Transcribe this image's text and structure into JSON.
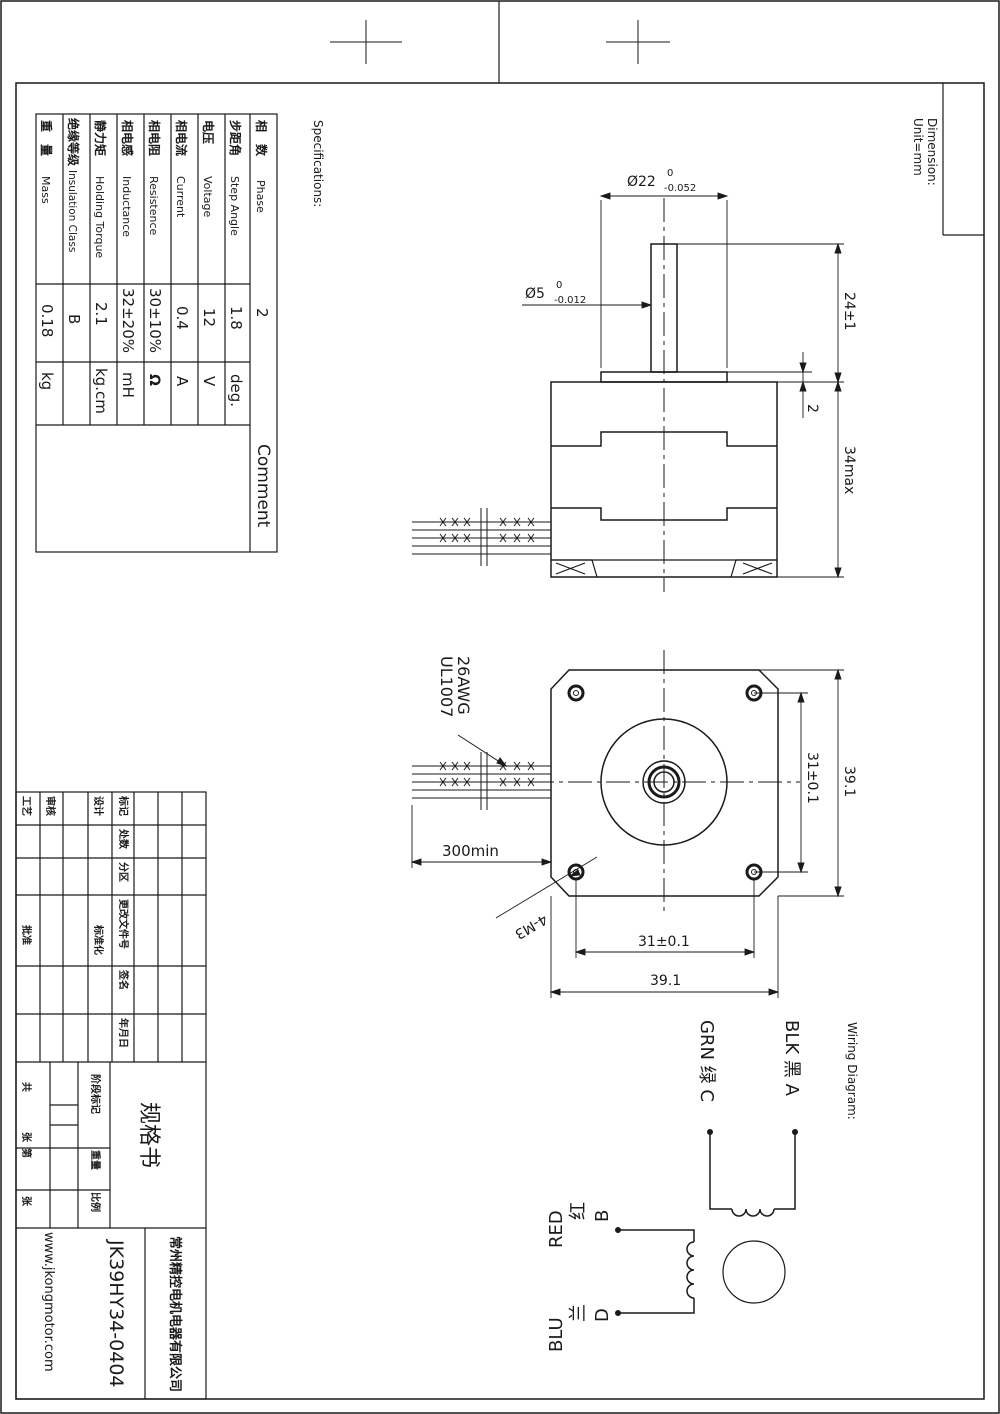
{
  "sheet": {
    "specifications_label": "Specifications:",
    "dimension_label": "Dimension:",
    "unit_label": "Unit=mm",
    "wiring_label": "Wiring Diagram:"
  },
  "spec_table": {
    "rows": [
      {
        "cn": "相　数",
        "en": "Phase",
        "value": "2",
        "unit": ""
      },
      {
        "cn": "步距角",
        "en": "Step Angle",
        "value": "1.8",
        "unit": "deg."
      },
      {
        "cn": "电压",
        "en": "Voltage",
        "value": "12",
        "unit": "V"
      },
      {
        "cn": "相电流",
        "en": "Current",
        "value": "0.4",
        "unit": "A"
      },
      {
        "cn": "相电阻",
        "en": "Resistence",
        "value": "30±10%",
        "unit": "Ω"
      },
      {
        "cn": "相电感",
        "en": "Inductance",
        "value": "32±20%",
        "unit": "mH"
      },
      {
        "cn": "静力矩",
        "en": "Holding Torque",
        "value": "2.1",
        "unit": "kg.cm"
      },
      {
        "cn": "绝缘等级",
        "en": "Insulation Class",
        "value": "B",
        "unit": ""
      },
      {
        "cn": "重　量",
        "en": "Mass",
        "value": "0.18",
        "unit": "kg"
      }
    ],
    "comment_label": "Comment"
  },
  "dims": {
    "flange_dia_main": "Ø22",
    "flange_dia_up": "0",
    "flange_dia_low": "-0.052",
    "shaft_dia_main": "Ø5",
    "shaft_dia_up": "0",
    "shaft_dia_low": "-0.012",
    "shaft_len": "24±1",
    "boss_h": "2",
    "body_len": "34max",
    "wire_spec_1": "26AWG",
    "wire_spec_2": "UL1007",
    "lead_len": "300min",
    "hole_spacing": "31±0.1",
    "body_size": "39.1",
    "screw": "4-M3"
  },
  "wiring": {
    "a_label": "BLK 黑 A",
    "c_label": "GRN 绿 C",
    "b_num": "B",
    "b_cn": "红",
    "b_en": "RED",
    "d_num": "D",
    "d_cn": "兰",
    "d_en": "BLU"
  },
  "title_block": {
    "h_biaoji": "标记",
    "h_chushu": "处数",
    "h_fenqu": "分区",
    "h_gengai": "更改文件号",
    "h_qianming": "签名",
    "h_nianyueri": "年月日",
    "h_sheji": "设计",
    "h_shenhe": "审核",
    "h_gongyi": "工艺",
    "h_biaozhunhua": "标准化",
    "h_pizhun": "批准",
    "h_jieduan": "阶段标记",
    "h_zhongliang": "重量",
    "h_bili": "比例",
    "h_gong": "共",
    "h_zhang1": "张",
    "h_di": "第",
    "h_zhang2": "张",
    "doc_title": "规格书",
    "model": "JK39HY34-0404",
    "company": "常州精控电机电器有限公司",
    "website": "www.jkongmotor.com"
  }
}
